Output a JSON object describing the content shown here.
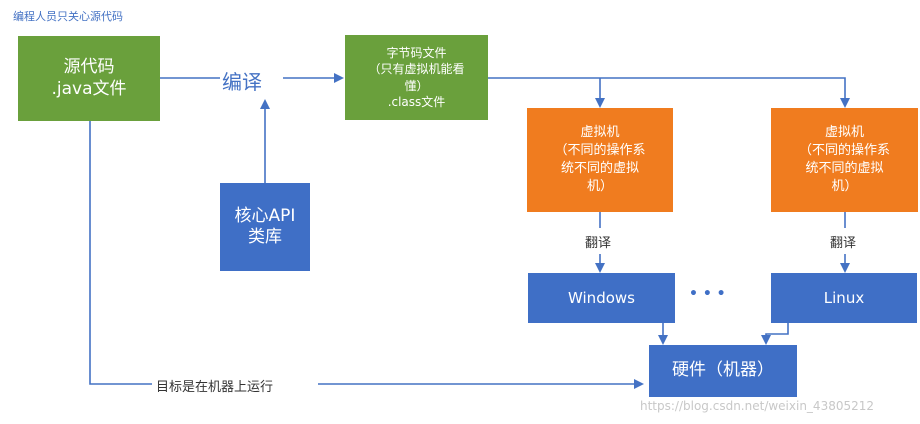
{
  "title": "编程人员只关心源代码",
  "source": {
    "line1": "源代码",
    "line2": ".java文件"
  },
  "compile_label": "编译",
  "api": {
    "line1": "核心API",
    "line2": "类库"
  },
  "bytecode": {
    "line1": "字节码文件",
    "line2": "（只有虚拟机能看",
    "line3": "懂）",
    "line4": ".class文件"
  },
  "vm_left": {
    "line1": "虚拟机",
    "line2": "（不同的操作系",
    "line3": "统不同的虚拟",
    "line4": "机）"
  },
  "vm_right": {
    "line1": "虚拟机",
    "line2": "（不同的操作系",
    "line3": "统不同的虚拟",
    "line4": "机）"
  },
  "translate_left": "翻译",
  "translate_right": "翻译",
  "windows": "Windows",
  "linux": "Linux",
  "ellipsis": "• • •",
  "hardware": "硬件（机器）",
  "target_label": "目标是在机器上运行",
  "watermark": "https://blog.csdn.net/weixin_43805212",
  "colors": {
    "green": "#6aa03c",
    "blue": "#3f6fc6",
    "orange": "#f07c1f",
    "arrow": "#4472c4",
    "title": "#4472c4"
  }
}
